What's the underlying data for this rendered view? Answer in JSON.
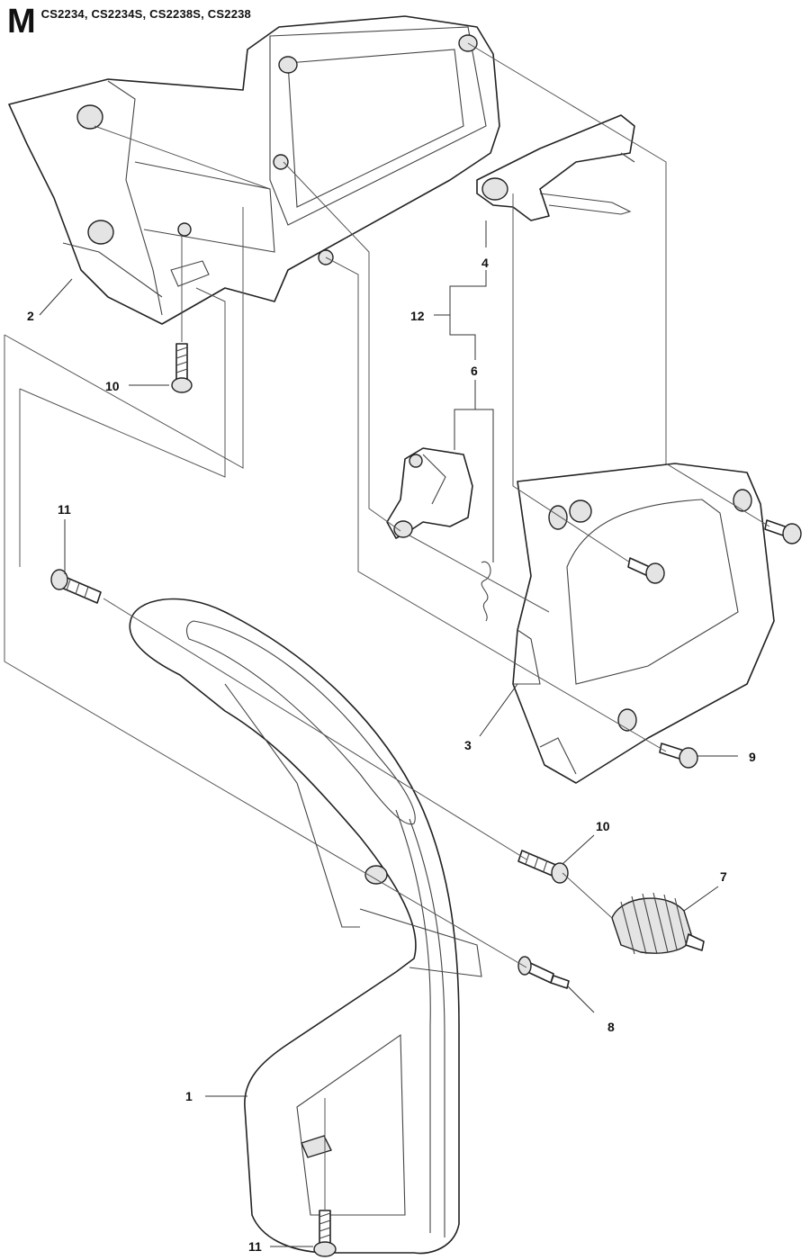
{
  "header": {
    "section_letter": "M",
    "models": "CS2234, CS2234S, CS2238S, CS2238"
  },
  "callouts": [
    {
      "id": "callout-1",
      "label": "1"
    },
    {
      "id": "callout-2",
      "label": "2"
    },
    {
      "id": "callout-3",
      "label": "3"
    },
    {
      "id": "callout-4",
      "label": "4"
    },
    {
      "id": "callout-6",
      "label": "6"
    },
    {
      "id": "callout-7",
      "label": "7"
    },
    {
      "id": "callout-8",
      "label": "8"
    },
    {
      "id": "callout-9",
      "label": "9"
    },
    {
      "id": "callout-10a",
      "label": "10"
    },
    {
      "id": "callout-10b",
      "label": "10"
    },
    {
      "id": "callout-11a",
      "label": "11"
    },
    {
      "id": "callout-11b",
      "label": "11"
    },
    {
      "id": "callout-12",
      "label": "12"
    }
  ]
}
